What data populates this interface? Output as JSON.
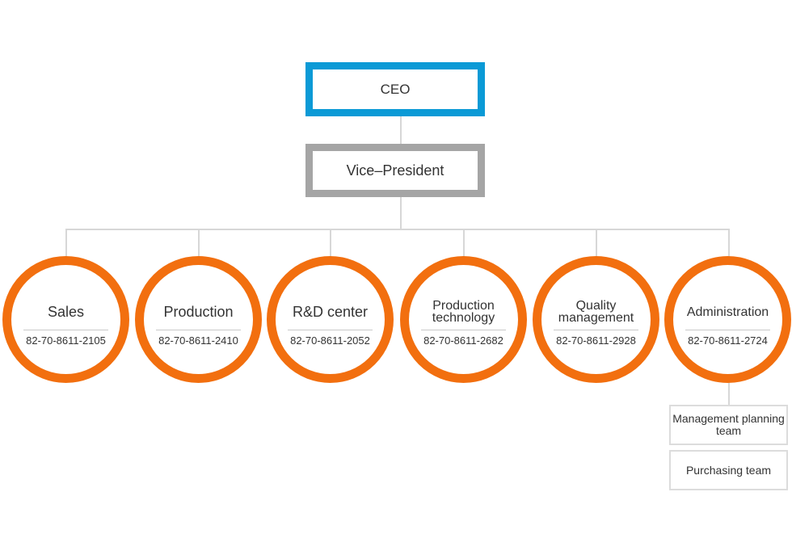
{
  "ceo": {
    "label": "CEO"
  },
  "vice_president": {
    "label": "Vice–President"
  },
  "departments": [
    {
      "name": "Sales",
      "phone": "82-70-8611-2105"
    },
    {
      "name": "Production",
      "phone": "82-70-8611-2410"
    },
    {
      "name": "R&D center",
      "phone": "82-70-8611-2052"
    },
    {
      "name": "Production technology",
      "phone": "82-70-8611-2682"
    },
    {
      "name": "Quality management",
      "phone": "82-70-8611-2928"
    },
    {
      "name": "Administration",
      "phone": "82-70-8611-2724"
    }
  ],
  "administration_teams": [
    {
      "label": "Management planning team"
    },
    {
      "label": "Purchasing team"
    }
  ],
  "colors": {
    "ceo_border": "#0b9ad6",
    "vp_border": "#a5a5a5",
    "department_ring": "#f26f0f",
    "connector": "#d7d7d7"
  }
}
